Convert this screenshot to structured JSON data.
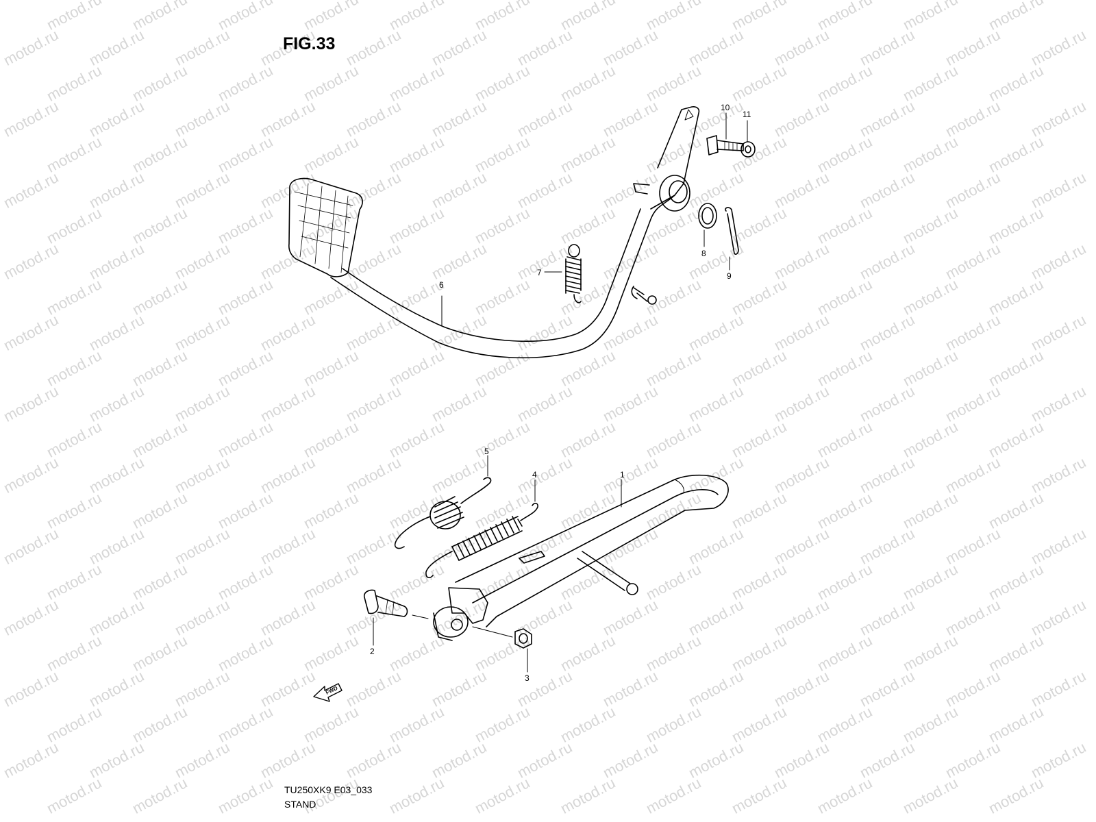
{
  "figure": {
    "title": "FIG.33",
    "model_code": "TU250XK9 E03_033",
    "section_name": "STAND"
  },
  "watermark": {
    "text": "motod.ru",
    "color": "#c9c9c9"
  },
  "callouts": [
    {
      "id": "1",
      "label": "1"
    },
    {
      "id": "2",
      "label": "2"
    },
    {
      "id": "3",
      "label": "3"
    },
    {
      "id": "4",
      "label": "4"
    },
    {
      "id": "5",
      "label": "5"
    },
    {
      "id": "6",
      "label": "6"
    },
    {
      "id": "7",
      "label": "7"
    },
    {
      "id": "8",
      "label": "8"
    },
    {
      "id": "9",
      "label": "9"
    },
    {
      "id": "10",
      "label": "10"
    },
    {
      "id": "11",
      "label": "11"
    }
  ],
  "direction_arrow": {
    "label": "FWD",
    "icon": "forward-arrow-icon"
  }
}
